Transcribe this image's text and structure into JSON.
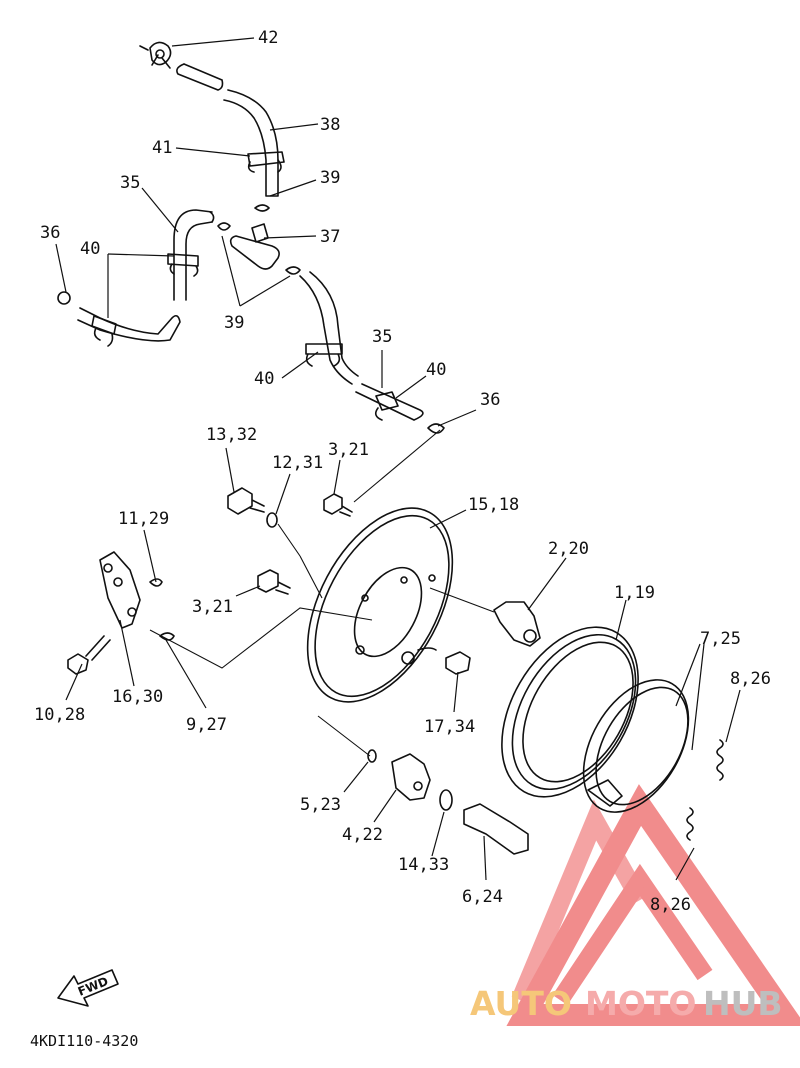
{
  "diagram": {
    "drawing_code": "4KDI110-4320",
    "fwd_arrow_label": "FWD",
    "callouts": [
      {
        "id": "c42",
        "text": "42"
      },
      {
        "id": "c38",
        "text": "38"
      },
      {
        "id": "c41",
        "text": "41"
      },
      {
        "id": "c39a",
        "text": "39"
      },
      {
        "id": "c35a",
        "text": "35"
      },
      {
        "id": "c37",
        "text": "37"
      },
      {
        "id": "c36a",
        "text": "36"
      },
      {
        "id": "c40a",
        "text": "40"
      },
      {
        "id": "c39b",
        "text": "39"
      },
      {
        "id": "c35b",
        "text": "35"
      },
      {
        "id": "c40b",
        "text": "40"
      },
      {
        "id": "c40c",
        "text": "40"
      },
      {
        "id": "c36b",
        "text": "36"
      },
      {
        "id": "c1332",
        "text": "13,32"
      },
      {
        "id": "c1231",
        "text": "12,31"
      },
      {
        "id": "c321a",
        "text": "3,21"
      },
      {
        "id": "c1518",
        "text": "15,18"
      },
      {
        "id": "c1129",
        "text": "11,29"
      },
      {
        "id": "c220",
        "text": "2,20"
      },
      {
        "id": "c321b",
        "text": "3,21"
      },
      {
        "id": "c119",
        "text": "1,19"
      },
      {
        "id": "c725",
        "text": "7,25"
      },
      {
        "id": "c826a",
        "text": "8,26"
      },
      {
        "id": "c1028",
        "text": "10,28"
      },
      {
        "id": "c1630",
        "text": "16,30"
      },
      {
        "id": "c927",
        "text": "9,27"
      },
      {
        "id": "c1734",
        "text": "17,34"
      },
      {
        "id": "c523",
        "text": "5,23"
      },
      {
        "id": "c422",
        "text": "4,22"
      },
      {
        "id": "c1433",
        "text": "14,33"
      },
      {
        "id": "c624",
        "text": "6,24"
      },
      {
        "id": "c826b",
        "text": "8,26"
      }
    ]
  },
  "watermark": {
    "brand_auto": "AUTO",
    "brand_moto": "MOTO",
    "brand_hub": "HUB",
    "colors": {
      "triangle": "#f08080",
      "auto": "#f5c26b",
      "moto": "#f5a3a3",
      "hub": "#b7b7b7"
    }
  }
}
